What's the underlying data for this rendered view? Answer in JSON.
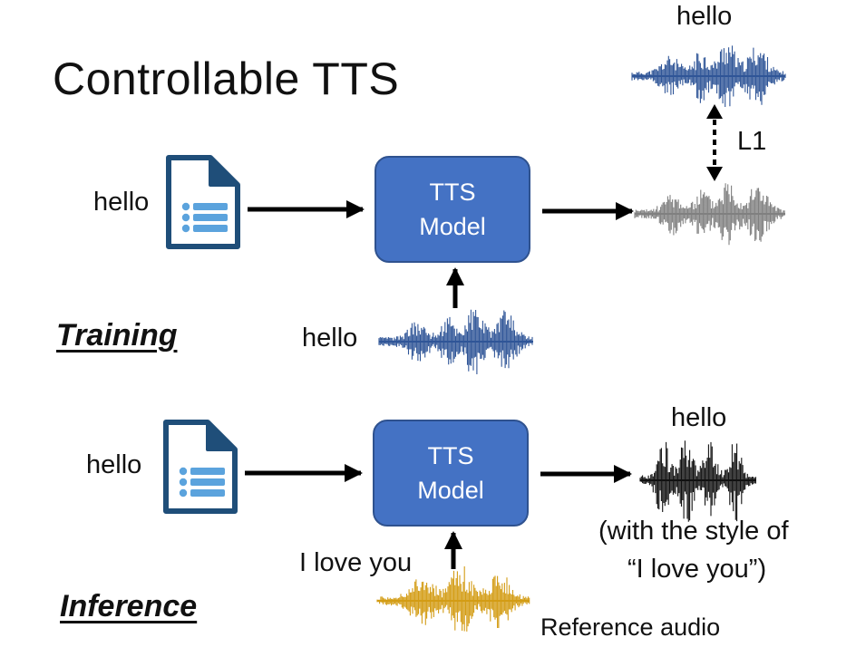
{
  "title": "Controllable TTS",
  "training": {
    "section_label": "Training",
    "input_text": "hello",
    "model_line1": "TTS",
    "model_line2": "Model",
    "reference_text": "hello",
    "target_text": "hello",
    "loss_label": "L1"
  },
  "inference": {
    "section_label": "Inference",
    "input_text": "hello",
    "model_line1": "TTS",
    "model_line2": "Model",
    "reference_text": "I love you",
    "output_text": "hello",
    "output_note_line1": "(with the style of",
    "output_note_line2": "“I love you”)",
    "reference_caption": "Reference audio"
  },
  "colors": {
    "model_fill": "#4472c4",
    "doc_icon": "#1f4e79",
    "doc_lines": "#5ba3dd",
    "wave_blue": "#2f5597",
    "wave_gray": "#808080",
    "wave_black": "#111111",
    "wave_gold": "#d39c14"
  }
}
